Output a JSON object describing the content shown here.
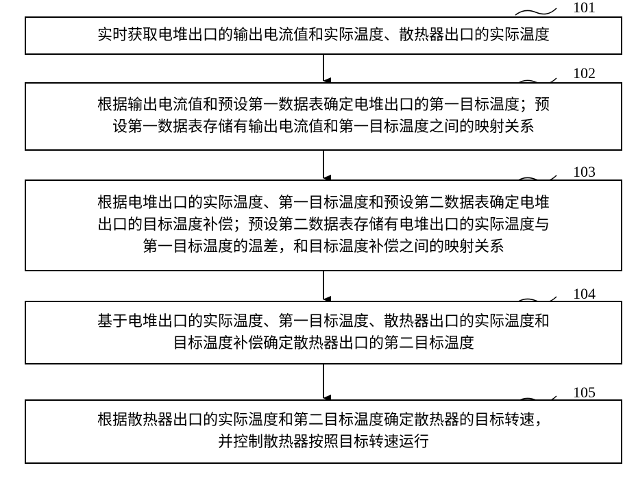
{
  "steps": [
    {
      "number": "101",
      "lines": [
        "实时获取电堆出口的输出电流值和实际温度、散热器出口的实际温度"
      ]
    },
    {
      "number": "102",
      "lines": [
        "根据输出电流值和预设第一数据表确定电堆出口的第一目标温度；预",
        "设第一数据表存储有输出电流值和第一目标温度之间的映射关系"
      ]
    },
    {
      "number": "103",
      "lines": [
        "根据电堆出口的实际温度、第一目标温度和预设第二数据表确定电堆",
        "出口的目标温度补偿；预设第二数据表存储有电堆出口的实际温度与",
        "第一目标温度的温差，和目标温度补偿之间的映射关系"
      ]
    },
    {
      "number": "104",
      "lines": [
        "基于电堆出口的实际温度、第一目标温度、散热器出口的实际温度和",
        "目标温度补偿确定散热器出口的第二目标温度"
      ]
    },
    {
      "number": "105",
      "lines": [
        "根据散热器出口的实际温度和第二目标温度确定散热器的目标转速，",
        "并控制散热器按照目标转速运行"
      ]
    }
  ]
}
